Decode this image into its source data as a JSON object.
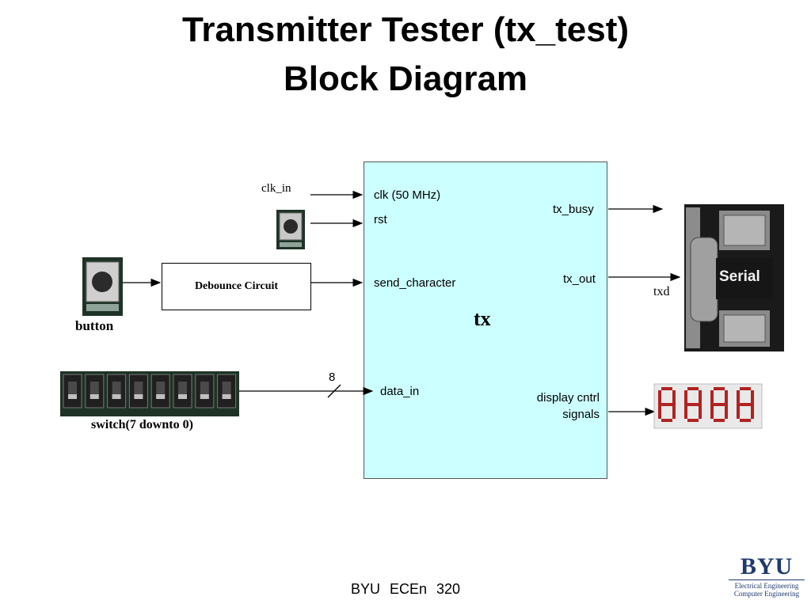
{
  "title": {
    "line1": "Transmitter Tester (tx_test)",
    "line2": "Block Diagram"
  },
  "tx_block": {
    "name": "tx",
    "ports_in": {
      "clk": "clk (50 MHz)",
      "rst": "rst",
      "send": "send_character",
      "data": "data_in"
    },
    "ports_out": {
      "busy": "tx_busy",
      "out": "tx_out",
      "display1": "display cntrl",
      "display2": "signals"
    }
  },
  "external": {
    "clk_in": "clk_in",
    "debounce": "Debounce Circuit",
    "button": "button",
    "switch": "switch(7 downto 0)",
    "bus_width": "8",
    "txd": "txd",
    "serial": "Serial"
  },
  "footer": {
    "org": "BYU",
    "course": "ECEn",
    "number": "320"
  },
  "logo": {
    "name": "BYU",
    "sub1": "Electrical Engineering",
    "sub2": "Computer Engineering"
  },
  "colors": {
    "tx_fill": "#ccffff",
    "seg_red": "#b22222",
    "logo_blue": "#1f3a6e"
  }
}
